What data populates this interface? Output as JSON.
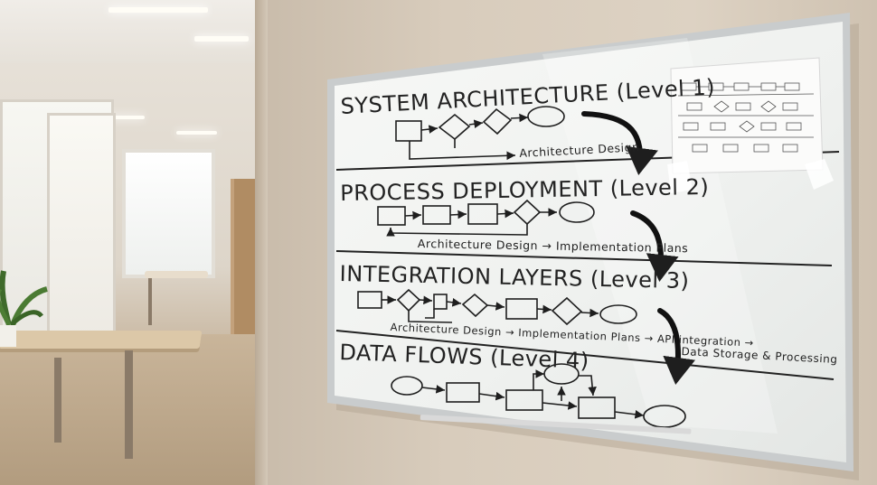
{
  "whiteboard": {
    "sections": [
      {
        "title": "SYSTEM ARCHITECTURE (Level 1)",
        "notes": [
          "Architecture Design"
        ]
      },
      {
        "title": "PROCESS DEPLOYMENT (Level 2)",
        "notes": [
          "Architecture Design → Implementation Plans"
        ]
      },
      {
        "title": "INTEGRATION LAYERS (Level 3)",
        "notes": [
          "Architecture Design → Implementation Plans → API integration →",
          "Data Storage & Processing"
        ]
      },
      {
        "title": "DATA FLOWS (Level 4)",
        "notes": []
      }
    ],
    "pinned_sheet": "flowchart-printout"
  },
  "colors": {
    "board_surface": "#f4f5f2",
    "board_frame": "#b9bcbd",
    "marker": "#1e1e1e",
    "wall": "#d8ccbc",
    "wood": "#b08c63"
  }
}
